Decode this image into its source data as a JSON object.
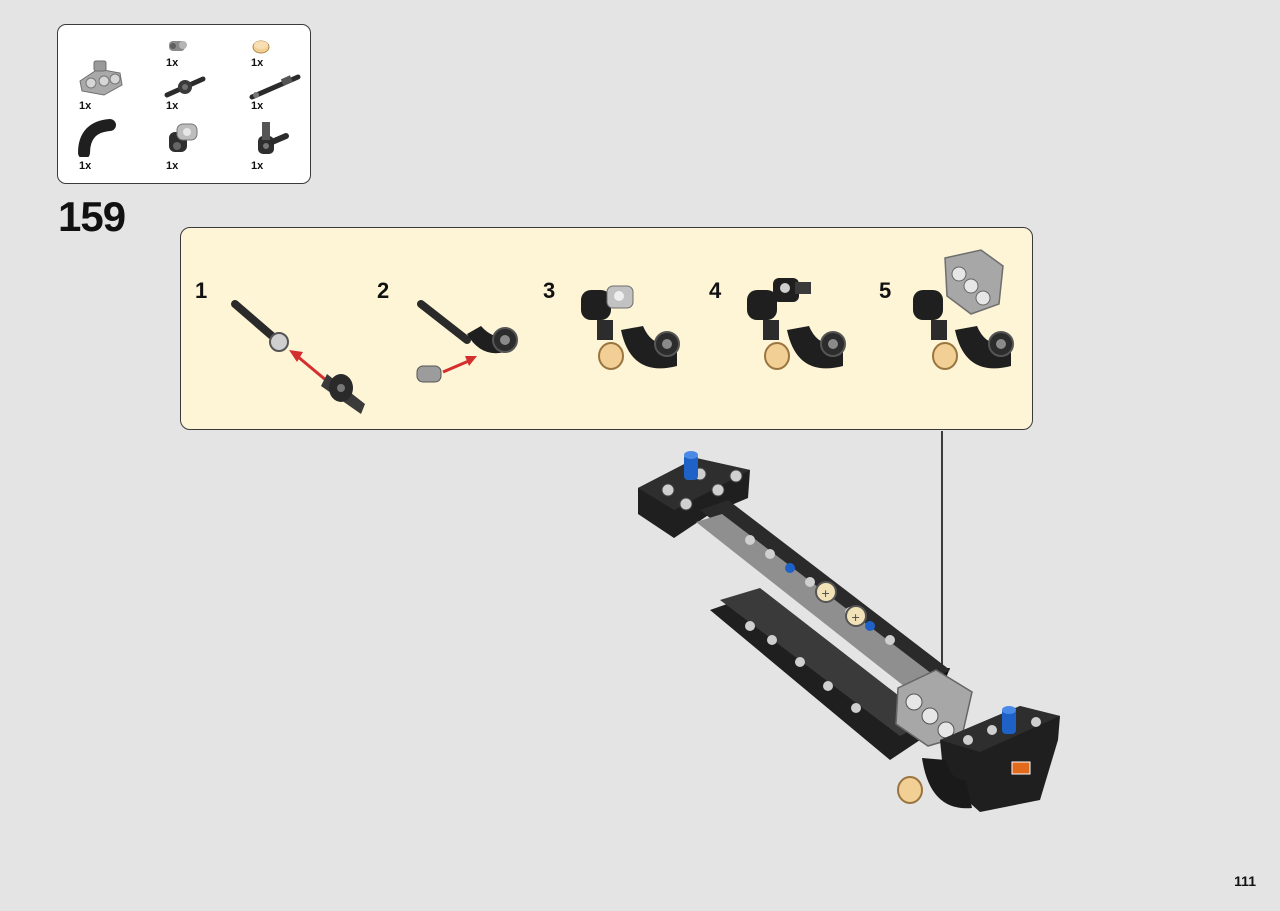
{
  "step": {
    "number": "159"
  },
  "parts": [
    {
      "qty": "1x",
      "icon": "gray-axle-pin-connector-icon"
    },
    {
      "qty": "1x",
      "icon": "tan-bush-icon"
    },
    {
      "qty": "1x",
      "icon": "gray-triple-beam-icon"
    },
    {
      "qty": "1x",
      "icon": "black-axle-connector-icon"
    },
    {
      "qty": "1x",
      "icon": "black-axle-icon"
    },
    {
      "qty": "1x",
      "icon": "black-curved-beam-icon"
    },
    {
      "qty": "1x",
      "icon": "black-cross-block-icon"
    },
    {
      "qty": "1x",
      "icon": "black-angle-connector-icon"
    }
  ],
  "substeps": [
    {
      "number": "1"
    },
    {
      "number": "2"
    },
    {
      "number": "3"
    },
    {
      "number": "4"
    },
    {
      "number": "5"
    }
  ],
  "page": {
    "number": "111"
  },
  "colors": {
    "background": "#e4e4e4",
    "panel": "#fdf5d6",
    "arrow_red": "#d32f2f",
    "part_black": "#2b2b2b",
    "part_gray": "#9e9e9e",
    "part_tan": "#f2cf94",
    "part_blue": "#1e62c8"
  }
}
